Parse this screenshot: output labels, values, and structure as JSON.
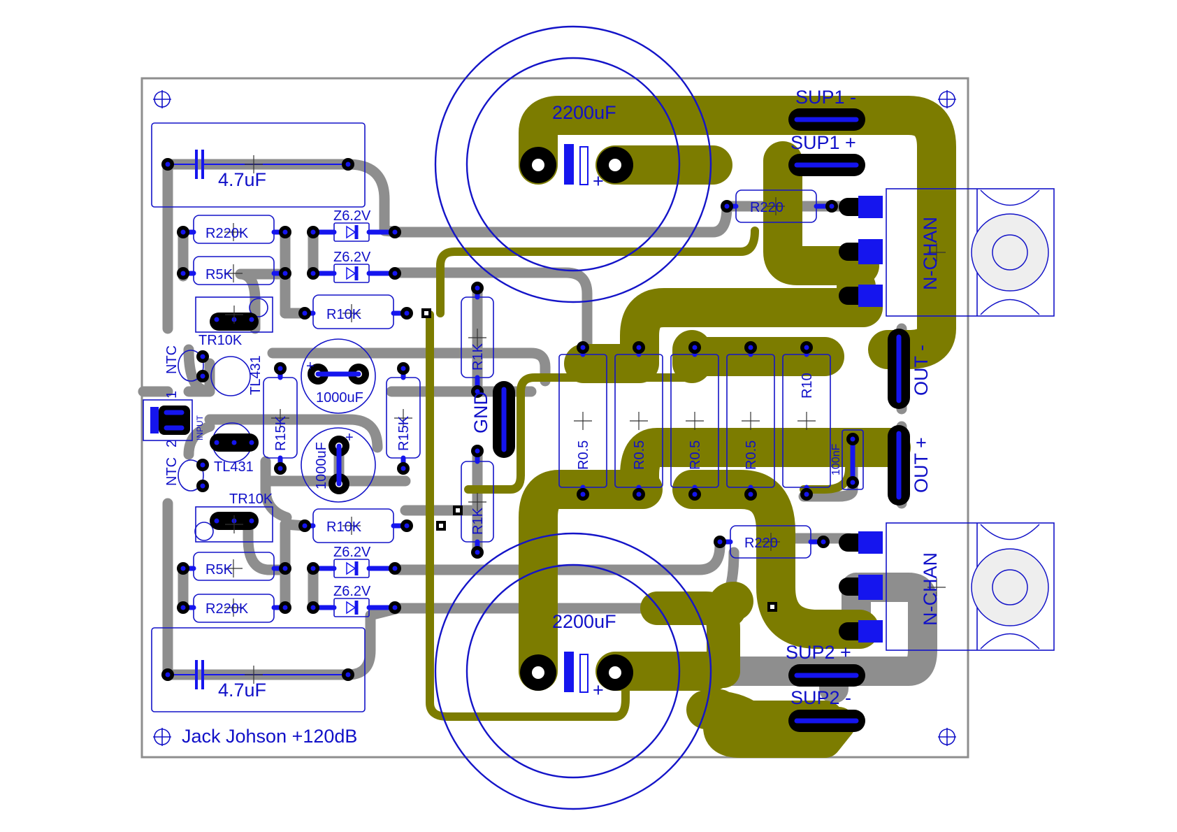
{
  "board": {
    "colors": {
      "background": "#ffffff",
      "board_outline": "#8e8e8e",
      "bottom_copper": "#8e8e8e",
      "top_copper": "#7c7c00",
      "silkscreen": "#1414c8",
      "pad": "#000000",
      "pad_lead": "#1515ee"
    }
  },
  "labels": {
    "title": "Jack Johson +120dB",
    "cap_big_top": "2200uF",
    "cap_big_bottom": "2200uF",
    "cap_film_top": "4.7uF",
    "cap_film_bottom": "4.7uF",
    "sup1_minus": "SUP1 -",
    "sup1_plus": "SUP1 +",
    "sup2_plus": "SUP2 +",
    "sup2_minus": "SUP2 -",
    "out_minus": "OUT -",
    "out_plus": "OUT +",
    "gnd": "GND",
    "input": "INPUT",
    "ntc1": "NTC",
    "ntc1_num": "1",
    "ntc2": "NTC",
    "ntc2_num": "2",
    "r220k_top": "R220K",
    "r5k_top": "R5K",
    "r10k_top": "R10K",
    "r220k_bottom": "R220K",
    "r5k_bottom": "R5K",
    "r10k_bottom": "R10K",
    "tr10k_top": "TR10K",
    "tr10k_bottom": "TR10K",
    "tl431_top": "TL431",
    "tl431_bottom": "TL431",
    "zener1": "Z6.2V",
    "zener2": "Z6.2V",
    "zener3": "Z6.2V",
    "zener4": "Z6.2V",
    "cap1000_top": "1000uF",
    "cap1000_bottom": "1000uF",
    "r15k_left": "R15K",
    "r15k_right": "R15K",
    "r1k_top": "R1K",
    "r1k_bottom": "R1K",
    "r220_top": "R220",
    "r220_bottom": "R220",
    "r05_1": "R0.5",
    "r05_2": "R0.5",
    "r05_3": "R0.5",
    "r05_4": "R0.5",
    "r10": "R10",
    "cap100n": "100nF",
    "nchan_top": "N-CHAN",
    "nchan_bottom": "N-CHAN",
    "plus_sign": "+"
  }
}
